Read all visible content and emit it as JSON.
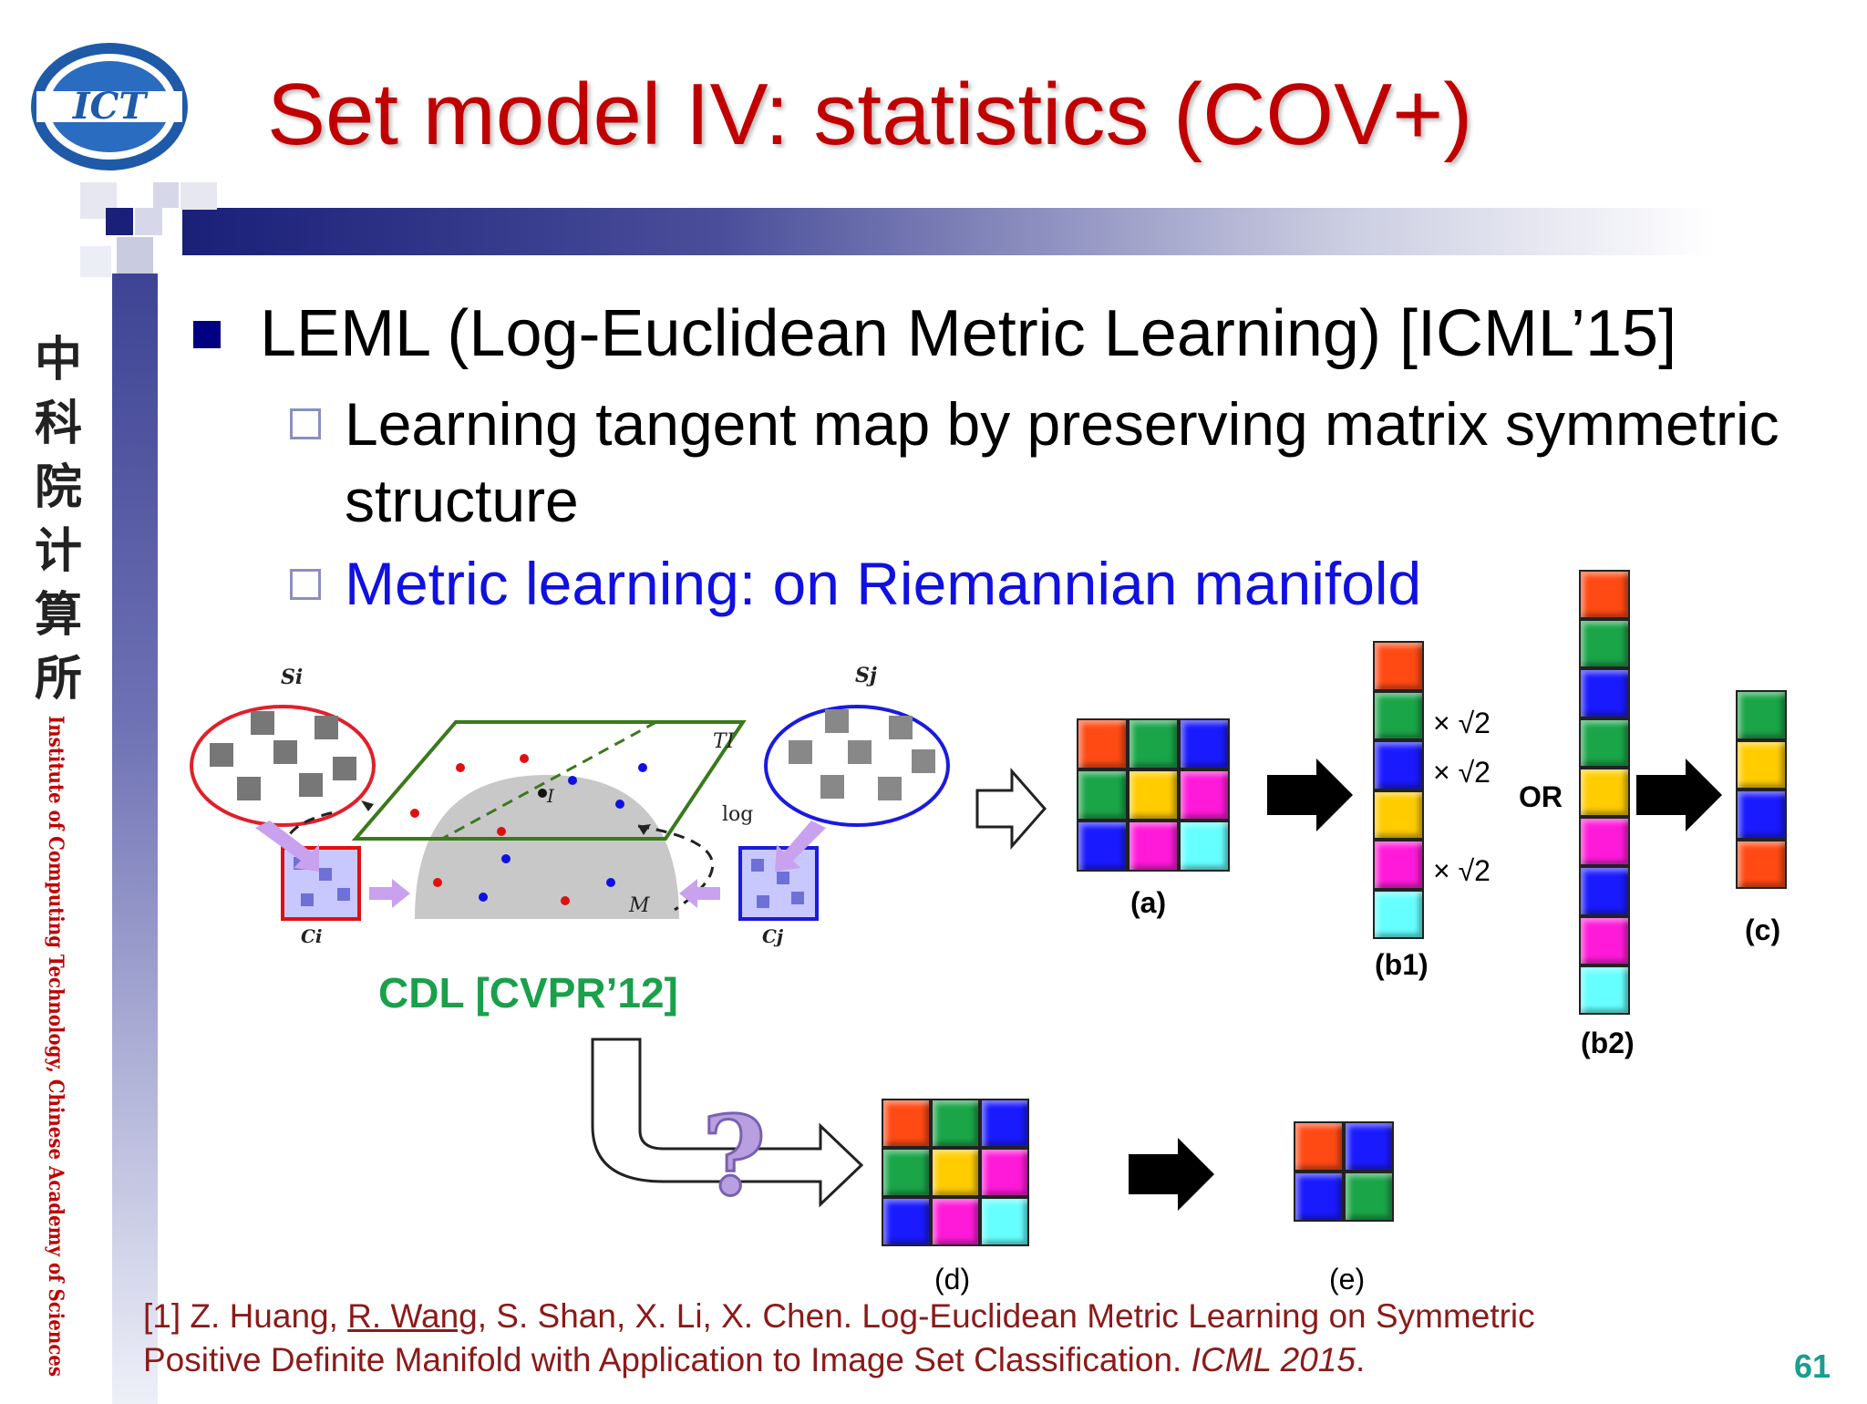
{
  "slide": {
    "title": "Set model IV: statistics (COV+)",
    "logo_text": "ICT",
    "chinese_vertical": [
      "中",
      "科",
      "院",
      "计",
      "算",
      "所"
    ],
    "institute_vertical": "Institute of Computing Technology, Chinese Academy of Sciences",
    "page_number": "61"
  },
  "bullets": {
    "main": "LEML (Log-Euclidean Metric Learning) [ICML’15]",
    "sub1_line1": "Learning tangent map by preserving matrix symmetric",
    "sub1_line2": "structure",
    "sub2": "Metric learning: on Riemannian manifold"
  },
  "figure": {
    "cdl_label": "CDL [CVPR’12]",
    "labels": {
      "a": "(a)",
      "b1": "(b1)",
      "b2": "(b2)",
      "c": "(c)",
      "d": "(d)",
      "e": "(e)",
      "or": "OR",
      "times_sqrt2": "× √2",
      "si": "Si",
      "sj": "Sj",
      "ci": "Ci",
      "cj": "Cj",
      "ti": "TI",
      "i": "I",
      "log": "log",
      "m": "M"
    },
    "question_mark": "?",
    "colors": {
      "red": "#ff4a14",
      "green": "#1aa548",
      "blue": "#1a1aff",
      "yellow": "#ffcc00",
      "magenta": "#ff1ad9",
      "cyan": "#66ffff"
    },
    "grid_a": [
      "red",
      "green",
      "blue",
      "green",
      "yellow",
      "magenta",
      "blue",
      "magenta",
      "cyan"
    ],
    "column_b1": [
      "red",
      "green",
      "blue",
      "yellow",
      "magenta",
      "cyan"
    ],
    "column_b2": [
      "red",
      "green",
      "blue",
      "green",
      "yellow",
      "magenta",
      "blue",
      "magenta",
      "cyan"
    ],
    "column_c": [
      "green",
      "yellow",
      "blue",
      "red"
    ],
    "grid_d": [
      "red",
      "green",
      "blue",
      "green",
      "yellow",
      "magenta",
      "blue",
      "magenta",
      "cyan"
    ],
    "grid_e": [
      "red",
      "blue",
      "blue",
      "green"
    ]
  },
  "reference": {
    "line1_prefix": "[1] Z. Huang, ",
    "line1_author_link": "R. Wang",
    "line1_suffix": ", S. Shan, X. Li, X. Chen. Log-Euclidean Metric Learning on Symmetric",
    "line2_main": "Positive Definite Manifold with Application to Image Set Classification. ",
    "line2_venue": "ICML 2015",
    "line2_end": "."
  }
}
